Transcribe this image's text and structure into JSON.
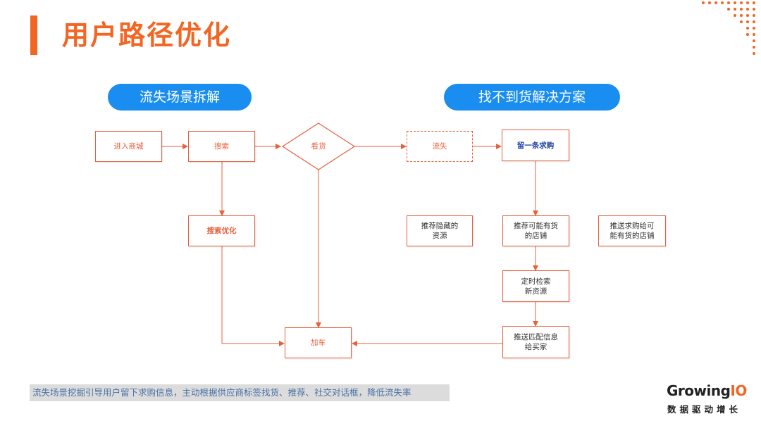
{
  "header": {
    "title": "用户路径优化"
  },
  "sections": {
    "left_title": "流失场景拆解",
    "right_title": "找不到货解决方案"
  },
  "nodes": {
    "enter_mall": "进入商城",
    "search": "搜索",
    "view_goods": "看货",
    "churn": "流失",
    "leave_request": "留一条求购",
    "search_optimize": "搜索优化",
    "recommend_hidden": "推荐隐藏的\n资源",
    "recommend_stores": "推荐可能有货\n的店铺",
    "push_request": "推送求购给可\n能有货的店铺",
    "scheduled_search": "定时检索\n新资源",
    "push_match": "推送匹配信息\n给买家",
    "add_cart": "加车"
  },
  "footer": {
    "note": "流失场景挖掘引导用户留下求购信息，主动根据供应商标签找货、推荐、社交对话框，降低流失率"
  },
  "brand": {
    "name_main": "Growing",
    "name_accent": "IO",
    "tagline": "数据驱动增长"
  },
  "colors": {
    "accent": "#f26522",
    "line": "#e8603c",
    "pill": "#1a8ef0",
    "footer_bg": "#dcdcdc"
  }
}
